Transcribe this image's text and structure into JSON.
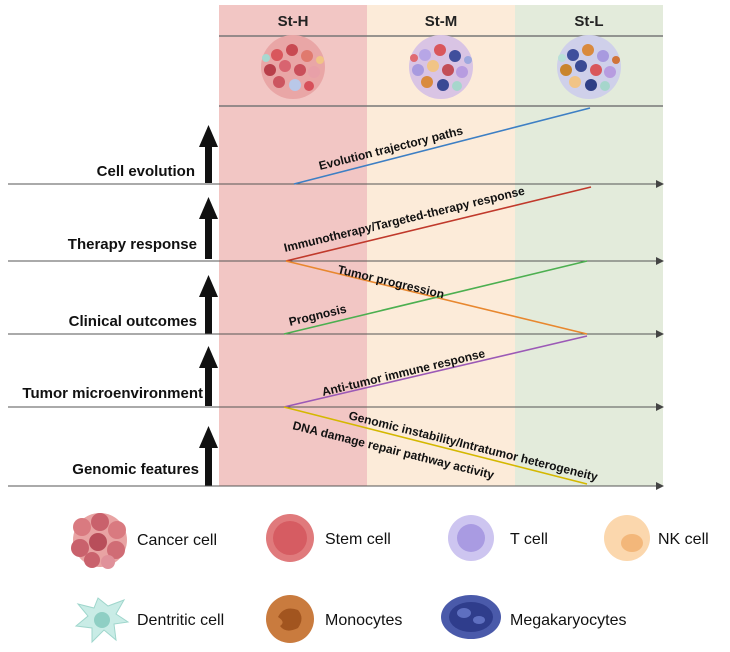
{
  "columns": [
    {
      "label": "St-H",
      "color": "#f2c6c4"
    },
    {
      "label": "St-M",
      "color": "#fcebd9"
    },
    {
      "label": "St-L",
      "color": "#e3ebdb"
    }
  ],
  "rows": [
    {
      "label": "Cell evolution"
    },
    {
      "label": "Therapy response"
    },
    {
      "label": "Clinical outcomes"
    },
    {
      "label": "Tumor microenvironment"
    },
    {
      "label": "Genomic features"
    }
  ],
  "trends": [
    {
      "label": "Evolution trajectory paths",
      "color": "#3d7fc4"
    },
    {
      "label": "Immunotherapy/Targeted-therapy response",
      "color": "#c0392b"
    },
    {
      "label": "Tumor progression",
      "color": "#e8872e"
    },
    {
      "label": "Prognosis",
      "color": "#4caf50"
    },
    {
      "label": "Anti-tumor immune response",
      "color": "#9b59b6"
    },
    {
      "label": "Genomic instability/Intratumor heterogeneity",
      "color": "#d4b800"
    },
    {
      "label": "DNA damage repair pathway activity",
      "color": "#d4b800"
    }
  ],
  "legend": [
    {
      "label": "Cancer cell",
      "icon": "cancer-cell-icon"
    },
    {
      "label": "Stem cell",
      "icon": "stem-cell-icon"
    },
    {
      "label": "T cell",
      "icon": "t-cell-icon"
    },
    {
      "label": "NK cell",
      "icon": "nk-cell-icon"
    },
    {
      "label": "Dentritic cell",
      "icon": "dendritic-cell-icon"
    },
    {
      "label": "Monocytes",
      "icon": "monocyte-icon"
    },
    {
      "label": "Megakaryocytes",
      "icon": "megakaryocyte-icon"
    }
  ]
}
